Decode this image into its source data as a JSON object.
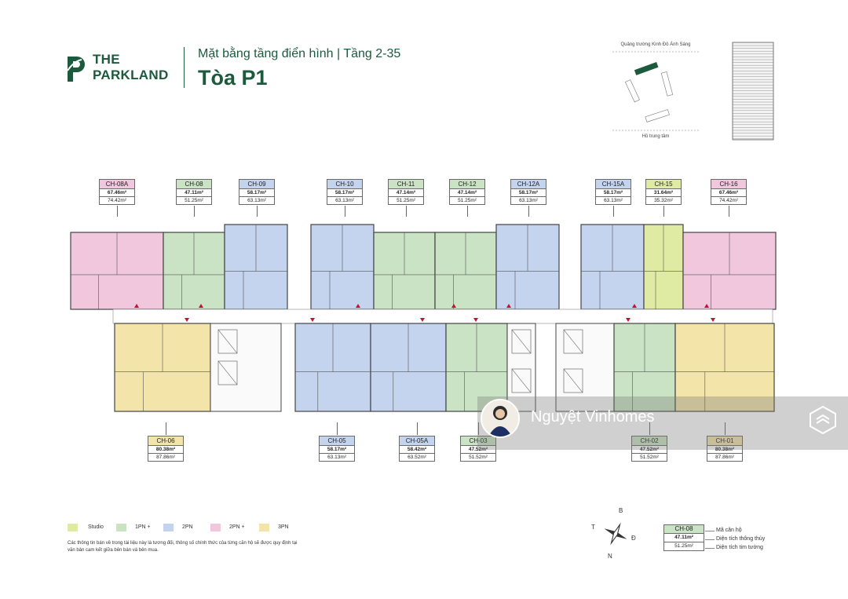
{
  "header": {
    "brand_line1": "THE",
    "brand_line2": "PARKLAND",
    "subtitle": "Mặt bằng tầng điển hình | Tầng 2-35",
    "title": "Tòa P1"
  },
  "site_plan": {
    "top_label": "Quảng trường Kinh Đô Ánh Sáng",
    "bottom_label": "Hồ trung tâm"
  },
  "colors": {
    "Studio": "#dfeaa3",
    "1PN +": "#c9e3c4",
    "2PN": "#c4d3ee",
    "2PN +": "#f0c7dc",
    "3PN": "#f3e4aa",
    "brand": "#1b5a3c"
  },
  "units_top": [
    {
      "code": "CH-08A",
      "area_net": "67.46m²",
      "area_gross": "74.42m²",
      "type": "2PN +"
    },
    {
      "code": "CH-08",
      "area_net": "47.11m²",
      "area_gross": "51.25m²",
      "type": "1PN +"
    },
    {
      "code": "CH-09",
      "area_net": "58.17m²",
      "area_gross": "63.13m²",
      "type": "2PN"
    },
    {
      "code": "CH-10",
      "area_net": "58.17m²",
      "area_gross": "63.13m²",
      "type": "2PN"
    },
    {
      "code": "CH-11",
      "area_net": "47.14m²",
      "area_gross": "51.25m²",
      "type": "1PN +"
    },
    {
      "code": "CH-12",
      "area_net": "47.14m²",
      "area_gross": "51.25m²",
      "type": "1PN +"
    },
    {
      "code": "CH-12A",
      "area_net": "58.17m²",
      "area_gross": "63.13m²",
      "type": "2PN"
    },
    {
      "code": "CH-15A",
      "area_net": "58.17m²",
      "area_gross": "63.13m²",
      "type": "2PN"
    },
    {
      "code": "CH-15",
      "area_net": "31.64m²",
      "area_gross": "35.32m²",
      "type": "Studio"
    },
    {
      "code": "CH-16",
      "area_net": "67.46m²",
      "area_gross": "74.42m²",
      "type": "2PN +"
    }
  ],
  "units_bottom": [
    {
      "code": "CH-06",
      "area_net": "80.38m²",
      "area_gross": "87.86m²",
      "type": "3PN"
    },
    {
      "code": "CH-05",
      "area_net": "58.17m²",
      "area_gross": "63.13m²",
      "type": "2PN"
    },
    {
      "code": "CH-05A",
      "area_net": "58.42m²",
      "area_gross": "63.52m²",
      "type": "2PN"
    },
    {
      "code": "CH-03",
      "area_net": "47.52m²",
      "area_gross": "51.52m²",
      "type": "1PN +"
    },
    {
      "code": "CH-02",
      "area_net": "47.52m²",
      "area_gross": "51.52m²",
      "type": "1PN +"
    },
    {
      "code": "CH-01",
      "area_net": "80.38m²",
      "area_gross": "87.86m²",
      "type": "3PN"
    }
  ],
  "watermark": {
    "text": "Nguyệt Vinhomes"
  },
  "legend": {
    "items": [
      "Studio",
      "1PN +",
      "2PN",
      "2PN +",
      "3PN"
    ],
    "note": "Các thông tin bán về trong tài liệu này là tương đối, thông số chính thức của từng căn hộ sẽ được quy định tại văn bản cam kết giữa bên bán và bên mua."
  },
  "compass": {
    "n_top": "B",
    "w": "T",
    "e": "Đ",
    "n_bottom": "N"
  },
  "key": {
    "code": "CH-08",
    "area_net": "47.11m²",
    "area_gross": "51.25m²",
    "lbl_code": "Mã căn hộ",
    "lbl_net": "Diện tích thông thủy",
    "lbl_gross": "Diện tích tim tường"
  }
}
